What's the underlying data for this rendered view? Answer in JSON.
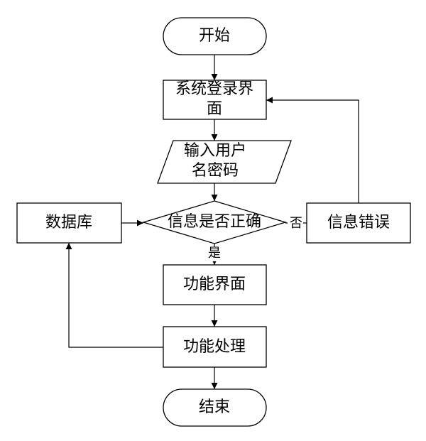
{
  "nodes": {
    "start": "开始",
    "login_line1": "系统登录界",
    "login_line2": "面",
    "input_line1": "输入用户",
    "input_line2": "名密码",
    "decision": "信息是否正确",
    "database": "数据库",
    "error": "信息错误",
    "function_ui": "功能界面",
    "function_process": "功能处理",
    "end": "结束"
  },
  "edges": {
    "yes": "是",
    "no": "否"
  }
}
